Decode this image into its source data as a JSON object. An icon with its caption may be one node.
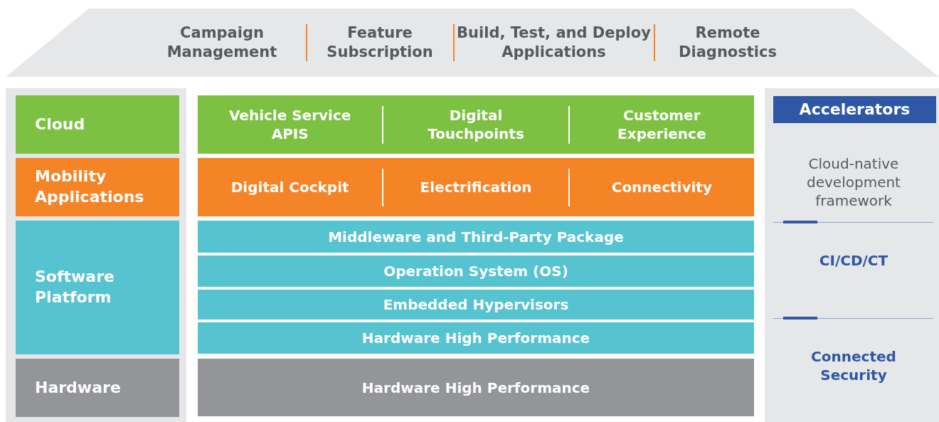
{
  "diagram": {
    "nodes": [
      {
        "text": [
          "Campaign Management",
          "Feature Subscription",
          "Build, Test, and Deploy Applications",
          "Remote Diagnostics"
        ]
      },
      {
        "text": [],
        "shape": "box"
      },
      {
        "text": [
          "Cloud"
        ],
        "in": 1
      },
      {
        "text": [
          "Mobility Applications"
        ],
        "in": 1
      },
      {
        "text": [
          "Software Platform"
        ],
        "in": 1
      },
      {
        "text": [
          "Hardware"
        ],
        "in": 1
      },
      {
        "text": [
          "Vehicle Service APIS",
          "Digital Touchpoints",
          "Customer Experience"
        ]
      },
      {
        "text": [
          "Digital Cockpit",
          "Electrification",
          "Connectivity"
        ]
      },
      {
        "text": [
          "Middleware and Third-Party Package"
        ]
      },
      {
        "text": [
          "Operation System (OS)"
        ]
      },
      {
        "text": [
          "Embedded Hypervisors"
        ]
      },
      {
        "text": [
          "Hardware High Performance"
        ]
      },
      {
        "text": [
          "Hardware High Performance"
        ]
      },
      {
        "text": [
          "Cloud-native development framework",
          "CI/CD/CT",
          "Connected Security"
        ]
      },
      {
        "text": [
          "Accelerators"
        ],
        "in": 13
      }
    ]
  }
}
